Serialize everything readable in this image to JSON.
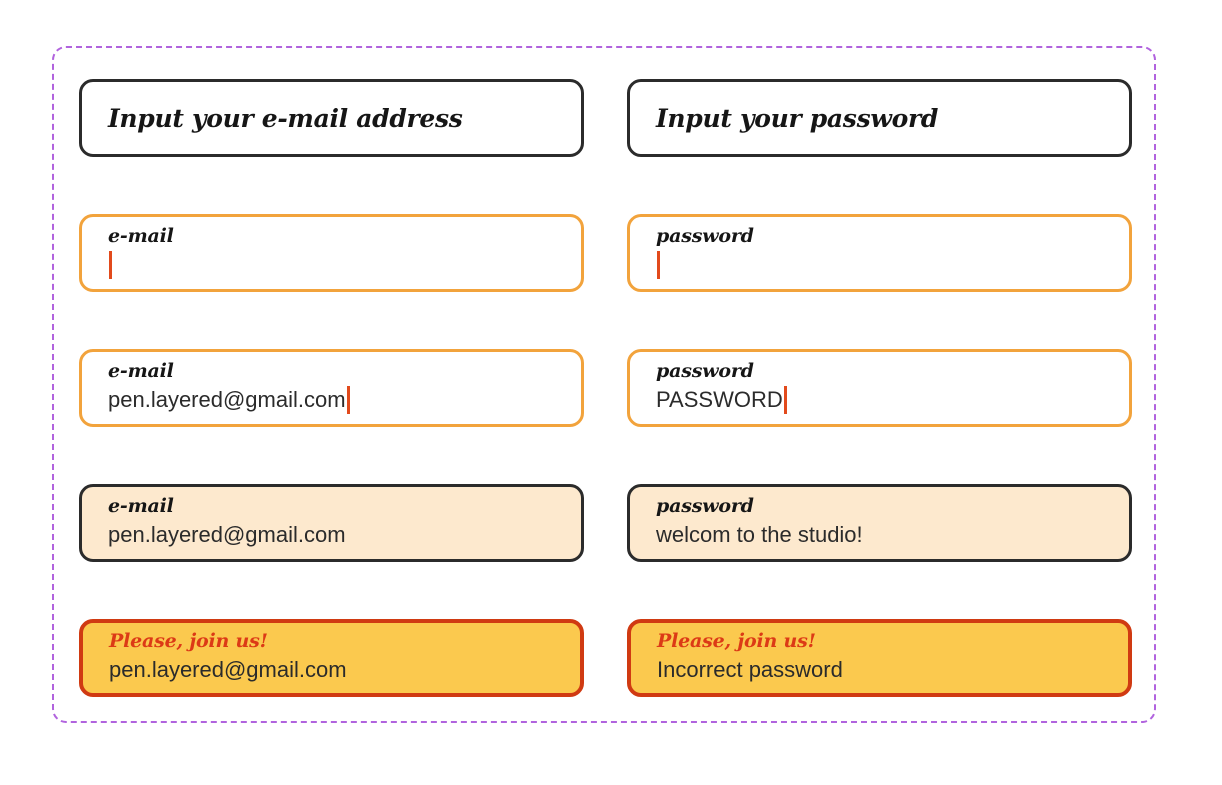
{
  "artboard": {
    "frame_color": "#b163de",
    "background": "#ffffff"
  },
  "palette": {
    "ink": "#161616",
    "value_text": "#2b2b2b",
    "border_default": "#2b2b2b",
    "border_focus": "#f2a33c",
    "border_error": "#d03a12",
    "fill_filled": "#fde9ce",
    "fill_error": "#fbc94e",
    "label_error": "#dc3a16",
    "caret": "#e24a1c"
  },
  "columns": [
    {
      "key": "email",
      "name": "e-mail-column"
    },
    {
      "key": "password",
      "name": "password-column"
    }
  ],
  "rows": [
    {
      "state": "placeholder",
      "email": {
        "prompt": "Input your e-mail address"
      },
      "password": {
        "prompt": "Input your password"
      }
    },
    {
      "state": "focus-empty",
      "email": {
        "label": "e-mail",
        "value": "",
        "caret": true
      },
      "password": {
        "label": "password",
        "value": "",
        "caret": true
      }
    },
    {
      "state": "focus-typing",
      "email": {
        "label": "e-mail",
        "value": "pen.layered@gmail.com",
        "caret": true
      },
      "password": {
        "label": "password",
        "value": "PASSWORD",
        "caret": true
      }
    },
    {
      "state": "filled",
      "email": {
        "label": "e-mail",
        "value": "pen.layered@gmail.com",
        "caret": false
      },
      "password": {
        "label": "password",
        "value": "welcom to the studio!",
        "caret": false
      }
    },
    {
      "state": "error",
      "email": {
        "label": "Please, join us!",
        "value": "pen.layered@gmail.com",
        "caret": false
      },
      "password": {
        "label": "Please, join us!",
        "value": "Incorrect password",
        "caret": false
      }
    }
  ]
}
